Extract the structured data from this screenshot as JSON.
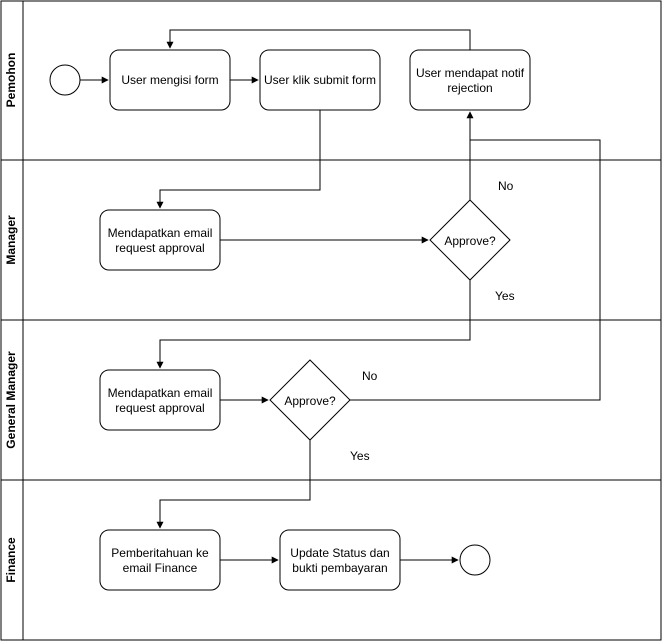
{
  "lanes": [
    {
      "id": "pemohon",
      "label": "Pemohon"
    },
    {
      "id": "manager",
      "label": "Manager"
    },
    {
      "id": "gm",
      "label": "General Manager"
    },
    {
      "id": "finance",
      "label": "Finance"
    }
  ],
  "nodes": {
    "isi_form": {
      "lines": [
        "User mengisi form"
      ]
    },
    "submit_form": {
      "lines": [
        "User klik submit form"
      ]
    },
    "notif_rejection": {
      "lines": [
        "User mendapat notif",
        "rejection"
      ]
    },
    "mgr_email": {
      "lines": [
        "Mendapatkan email",
        "request approval"
      ]
    },
    "mgr_decision": {
      "lines": [
        "Approve?"
      ]
    },
    "gm_email": {
      "lines": [
        "Mendapatkan email",
        "request approval"
      ]
    },
    "gm_decision": {
      "lines": [
        "Approve?"
      ]
    },
    "fin_notif": {
      "lines": [
        "Pemberitahuan ke",
        "email Finance"
      ]
    },
    "fin_update": {
      "lines": [
        "Update Status dan",
        "bukti pembayaran"
      ]
    }
  },
  "edge_labels": {
    "mgr_no": "No",
    "mgr_yes": "Yes",
    "gm_no": "No",
    "gm_yes": "Yes"
  }
}
